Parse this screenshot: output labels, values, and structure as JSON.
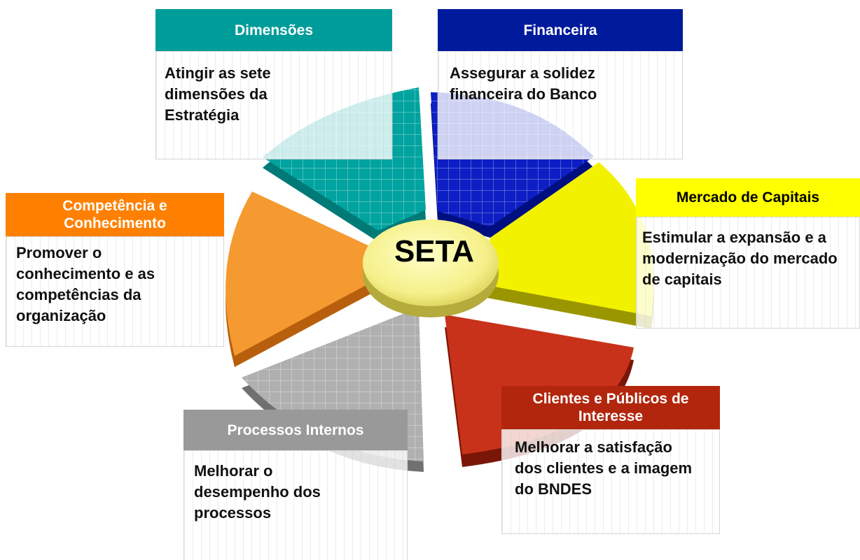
{
  "center": {
    "label": "SETA"
  },
  "perspectives": [
    {
      "id": "dimensoes",
      "title": "Dimensões",
      "text": "Atingir as sete dimensões da Estratégia",
      "color": "#009c9a",
      "slice_color": "#00a39f"
    },
    {
      "id": "financeira",
      "title": "Financeira",
      "text": "Assegurar a solidez financeira do Banco",
      "color": "#001a9c",
      "slice_color": "#0d1fc4"
    },
    {
      "id": "mercado",
      "title": "Mercado de Capitais",
      "text": "Estimular a expansão e a modernização do mercado de capitais",
      "color": "#ffff00",
      "slice_color": "#f2f200"
    },
    {
      "id": "clientes",
      "title": "Clientes e Públicos de Interesse",
      "text": "Melhorar a satisfação dos clientes e a imagem do BNDES",
      "color": "#b2260d",
      "slice_color": "#c8321a"
    },
    {
      "id": "processos",
      "title": "Processos Internos",
      "text": "Melhorar o desempenho dos processos",
      "color": "#999999",
      "slice_color": "#b0b0b0"
    },
    {
      "id": "competencia",
      "title": "Competência e Conhecimento",
      "text": "Promover o conhecimento e as competências da organização",
      "color": "#ff8000",
      "slice_color": "#f59a30"
    }
  ]
}
